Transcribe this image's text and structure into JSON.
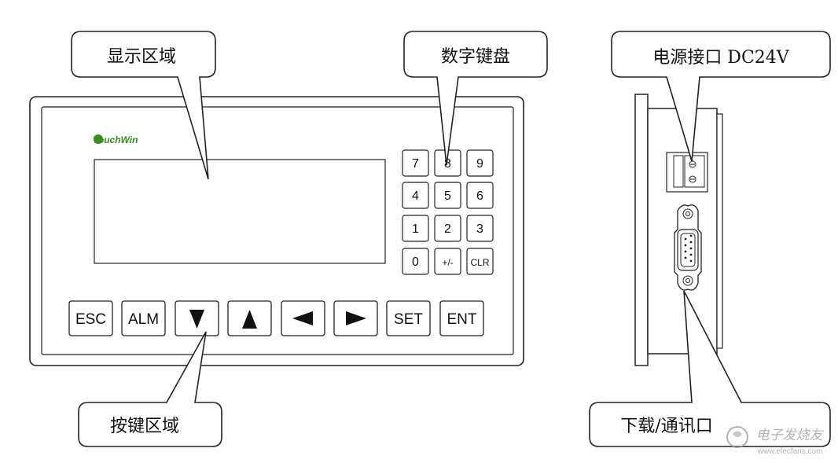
{
  "callouts": {
    "display_area": "显示区域",
    "numeric_keypad": "数字键盘",
    "power_port": "电源接口 DC24V",
    "key_area": "按键区域",
    "download_port": "下载/通讯口"
  },
  "brand": {
    "logo_text": "TouchWin",
    "logo_color": "#3c8c1e"
  },
  "keypad": {
    "keys": [
      "7",
      "8",
      "9",
      "4",
      "5",
      "6",
      "1",
      "2",
      "3",
      "0",
      "+/-",
      "CLR"
    ]
  },
  "function_keys": {
    "esc": "ESC",
    "alm": "ALM",
    "down_icon": "triangle-down-icon",
    "up_icon": "triangle-up-icon",
    "left_icon": "triangle-left-icon",
    "right_icon": "triangle-right-icon",
    "set": "SET",
    "ent": "ENT"
  },
  "watermark": {
    "text_cn": "电子发烧友",
    "text_url": "www.elecfans.com"
  }
}
